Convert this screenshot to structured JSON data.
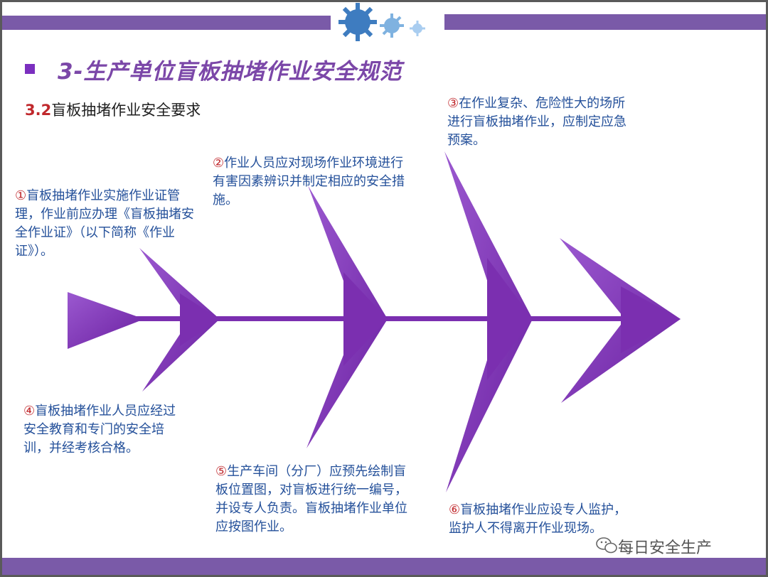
{
  "title": "3-生产单位盲板抽堵作业安全规范",
  "subtitle": {
    "num": "3.2",
    "text": "盲板抽堵作业安全要求"
  },
  "callouts": [
    {
      "num": "①",
      "text": "盲板抽堵作业实施作业证管理，作业前应办理《盲板抽堵安全作业证》（以下简称《作业证》）。"
    },
    {
      "num": "②",
      "text": "作业人员应对现场作业环境进行有害因素辨识并制定相应的安全措施。"
    },
    {
      "num": "③",
      "text": "在作业复杂、危险性大的场所进行盲板抽堵作业，应制定应急预案。"
    },
    {
      "num": "④",
      "text": "盲板抽堵作业人员应经过安全教育和专门的安全培训，并经考核合格。"
    },
    {
      "num": "⑤",
      "text": "生产车间（分厂）应预先绘制盲板位置图，对盲板进行统一编号，并设专人负责。盲板抽堵作业单位应按图作业。"
    },
    {
      "num": "⑥",
      "text": "盲板抽堵作业应设专人监护，监护人不得离开作业现场。"
    }
  ],
  "watermark": "每日安全生产",
  "icons": {
    "title_bullet": "square-bullet-icon",
    "decoration": "gear-cluster-icon",
    "watermark": "wechat-icon"
  },
  "colors": {
    "bar": "#7a5aa8",
    "diagram": "#7b2fb0",
    "title": "#7b47a8",
    "callout_text": "#24509a",
    "number": "#c0282c"
  }
}
